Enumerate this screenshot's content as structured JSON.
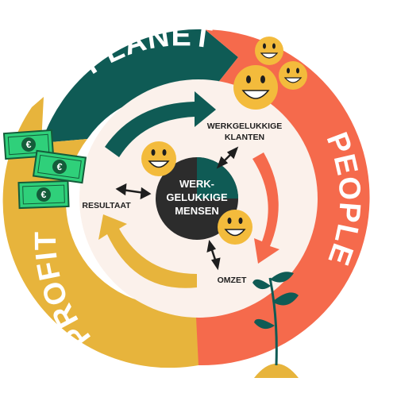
{
  "colors": {
    "planet": "#0f5b55",
    "people": "#f56a4c",
    "profit": "#e7b43c",
    "inner_bg": "#fbf1eb",
    "core": "#2c2c2c",
    "core_accent": "#0f5b55",
    "smiley": "#f3bb3c",
    "money": "#2fd07a"
  },
  "ring": {
    "planet": "PLANET",
    "people": "PEOPLE",
    "profit": "PROFIT"
  },
  "core": {
    "line1": "WERK-",
    "line2": "GELUKKIGE",
    "line3": "MENSEN"
  },
  "nodes": {
    "klanten_line1": "WERKGELUKKIGE",
    "klanten_line2": "KLANTEN",
    "omzet": "OMZET",
    "resultaat": "RESULTAAT"
  },
  "money_symbol": "€",
  "icons": [
    "smiley-icon",
    "money-bill-icon",
    "plant-icon",
    "double-arrow-icon",
    "cycle-arrow-icon"
  ]
}
